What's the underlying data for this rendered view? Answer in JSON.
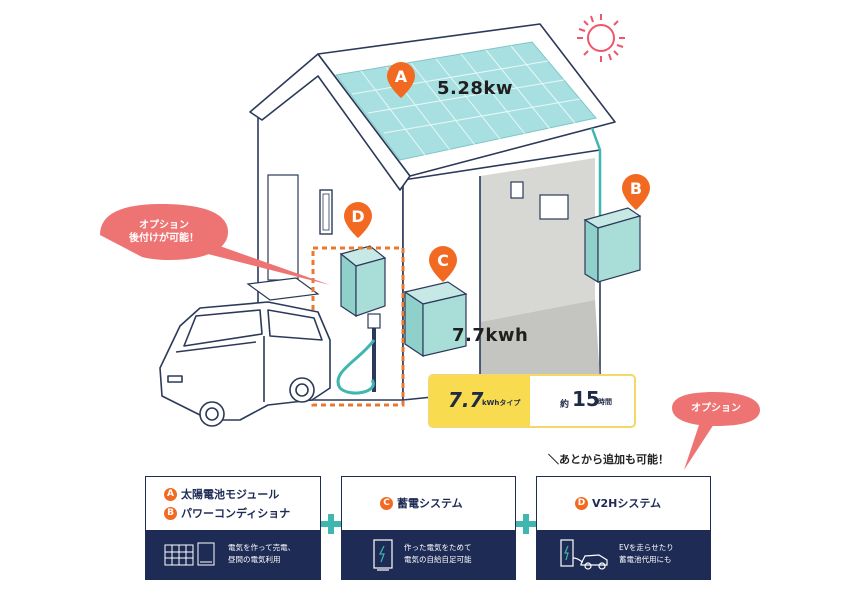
{
  "labels": {
    "pin_a": "A",
    "pin_b": "B",
    "pin_c": "C",
    "pin_d": "D",
    "solar_capacity": "5.28kw",
    "battery_capacity": "7.7kwh"
  },
  "option_bubble": {
    "line1": "オプション",
    "line2": "後付けが可能！"
  },
  "option_bubble_right": {
    "text": "オプション"
  },
  "capacity_box": {
    "value": "7.7",
    "unit": "kWhタイプ",
    "prefix": "約",
    "hours": "15",
    "hours_suffix": "時間"
  },
  "add_later_note": "＼あとから追加も可能！",
  "cards": [
    {
      "items": [
        {
          "badge": "A",
          "label": "太陽電池モジュール"
        },
        {
          "badge": "B",
          "label": "パワーコンディショナ"
        }
      ],
      "desc_line1": "電気を作って売電、",
      "desc_line2": "昼間の電気利用"
    },
    {
      "items": [
        {
          "badge": "C",
          "label": "蓄電システム"
        }
      ],
      "desc_line1": "作った電気をためて",
      "desc_line2": "電気の自給自足可能"
    },
    {
      "items": [
        {
          "badge": "D",
          "label": "V2Hシステム"
        }
      ],
      "desc_line1": "EVを走らせたり",
      "desc_line2": "蓄電池代用にも"
    }
  ],
  "colors": {
    "pin_orange": "#f26a22",
    "navy": "#1e2b55",
    "teal": "#3fb6b0",
    "panel_blue": "#a8dfe0",
    "bubble_pink": "#ee7474",
    "yellow": "#f8db4e",
    "sun": "#f0566a",
    "dashed_frame": "#e9792f"
  },
  "icons": {
    "sun": "sun-icon",
    "house": "house-illustration",
    "car": "car-illustration",
    "solar_panel": "solar-panel-icon",
    "battery": "battery-icon",
    "ev_charger": "ev-charger-icon"
  }
}
